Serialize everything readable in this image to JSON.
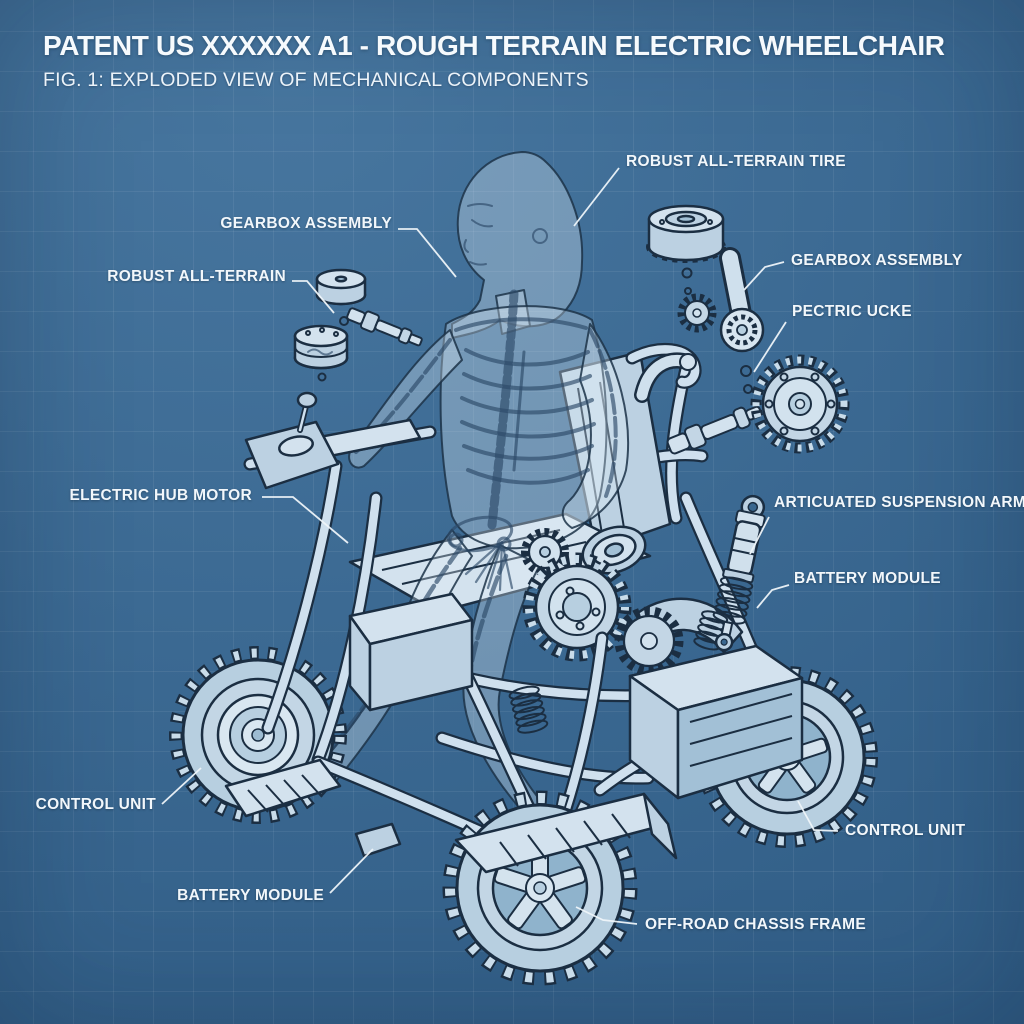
{
  "header": {
    "title": "PATENT US XXXXXX A1 - ROUGH TERRAIN ELECTRIC WHEELCHAIR",
    "subtitle": "FIG. 1: EXPLODED VIEW OF MECHANICAL COMPONENTS"
  },
  "labels": {
    "tire_top": "ROBUST ALL-TERRAIN TIRE",
    "gearbox_left": "GEARBOX ASSEMBLY",
    "hub_left": "ROBUST ALL-TERRAIN",
    "gearbox_right": "GEARBOX ASSEMBLY",
    "pectric_ucke": "PECTRIC UCKE",
    "hub_motor": "ELECTRIC HUB MOTOR",
    "suspension_arm": "ARTICUATED SUSPENSION ARM",
    "battery_right": "BATTERY MODULE",
    "control_left": "CONTROL UNIT",
    "battery_bottom": "BATTERY MODULE",
    "control_right": "CONTROL UNIT",
    "chassis_frame": "OFF-ROAD CHASSIS FRAME"
  },
  "colors": {
    "background_top": "#47769f",
    "background_bottom": "#305c85",
    "line_ink": "#1b2e42",
    "fill_light": "#d3e2ee",
    "fill_mid": "#bcd1e2",
    "text": "#f2f7fb"
  }
}
